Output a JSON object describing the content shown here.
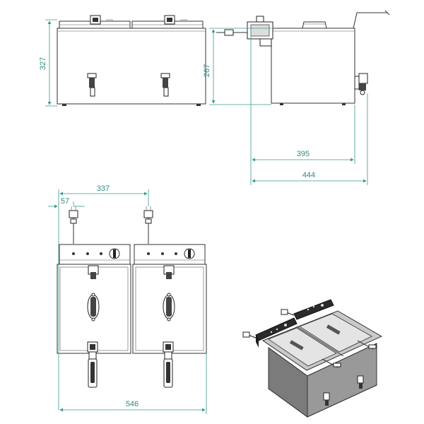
{
  "dimensions": {
    "front_height": "327",
    "side_body_height": "267",
    "side_body_depth": "395",
    "side_total_depth": "444",
    "basket_spacing": "337",
    "cord_offset": "57",
    "overall_width": "546"
  },
  "colors": {
    "dimension_line": "#3a9a8e",
    "outline": "#333333",
    "shell_grey": "#8a8a8a",
    "control_panel": "#2b2b2b"
  },
  "views": [
    "front-view",
    "side-view",
    "top-view",
    "isometric-view"
  ]
}
